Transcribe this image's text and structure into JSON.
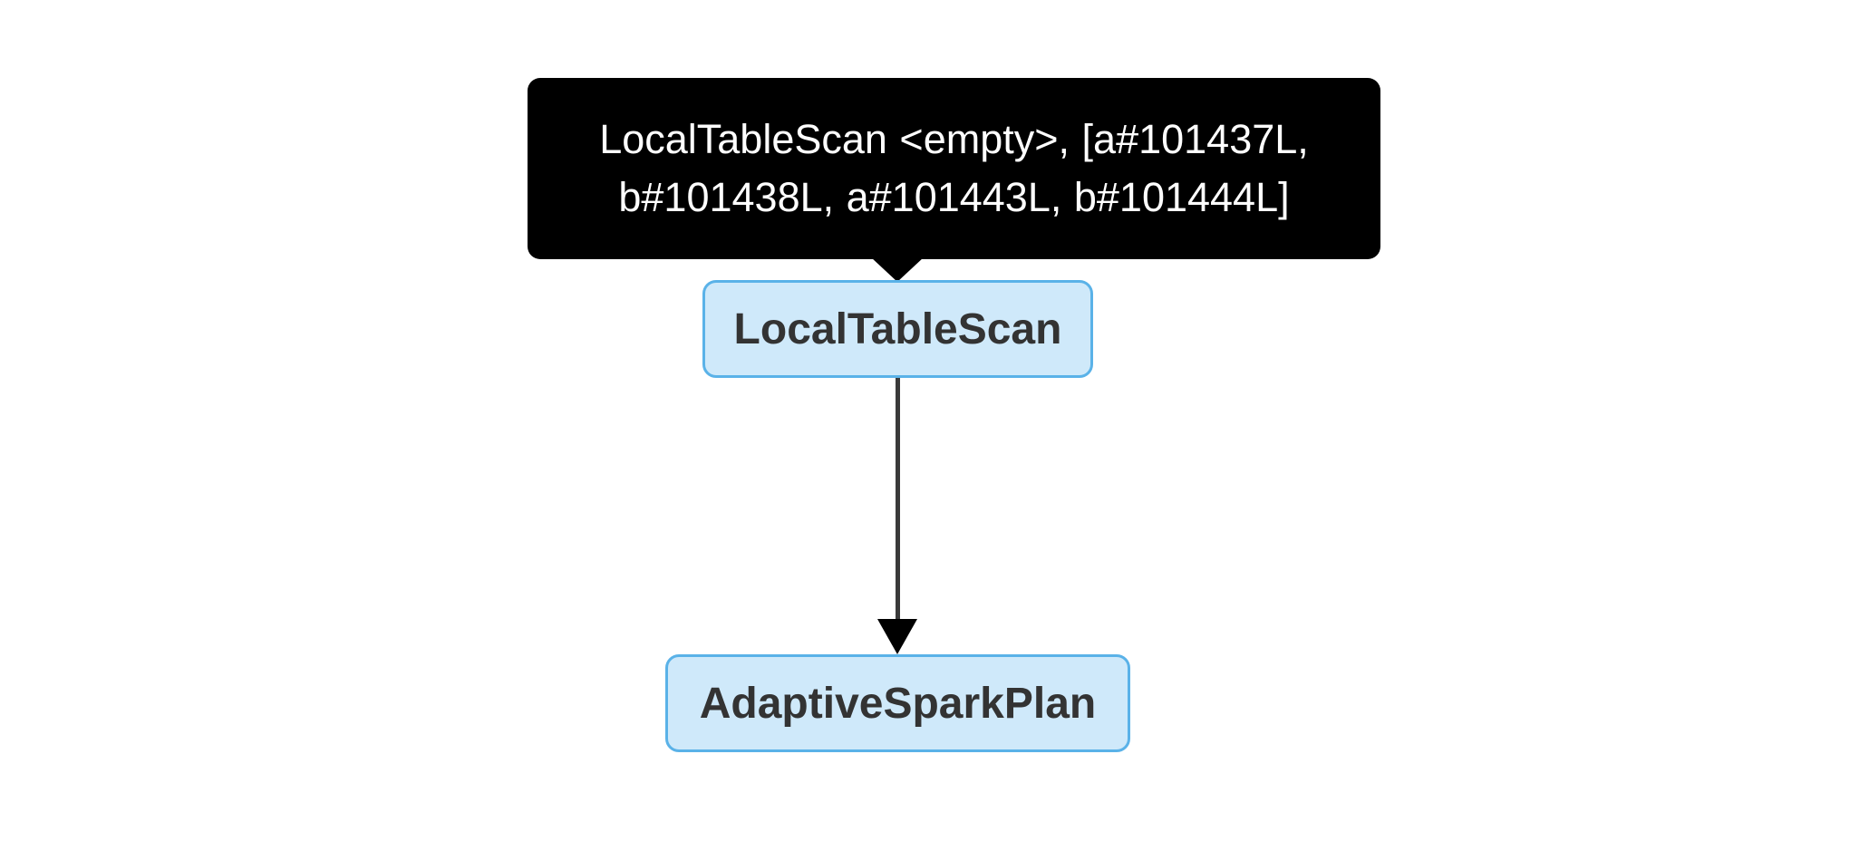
{
  "diagram": {
    "type": "spark-sql-query-plan-dag",
    "tooltip": {
      "text": "LocalTableScan <empty>, [a#101437L, b#101438L, a#101443L, b#101444L]",
      "attached_to": "LocalTableScan"
    },
    "nodes": [
      {
        "label": "LocalTableScan"
      },
      {
        "label": "AdaptiveSparkPlan"
      }
    ],
    "edges": [
      {
        "from": "LocalTableScan",
        "to": "AdaptiveSparkPlan"
      }
    ],
    "colors": {
      "canvas_bg": "#ffffff",
      "tooltip_bg": "#000000",
      "tooltip_text": "#ffffff",
      "node_fill": "#cfe9fa",
      "node_border": "#5ab2e8",
      "node_text": "#333333",
      "edge": "#3a3a3a",
      "arrowhead": "#000000"
    }
  }
}
